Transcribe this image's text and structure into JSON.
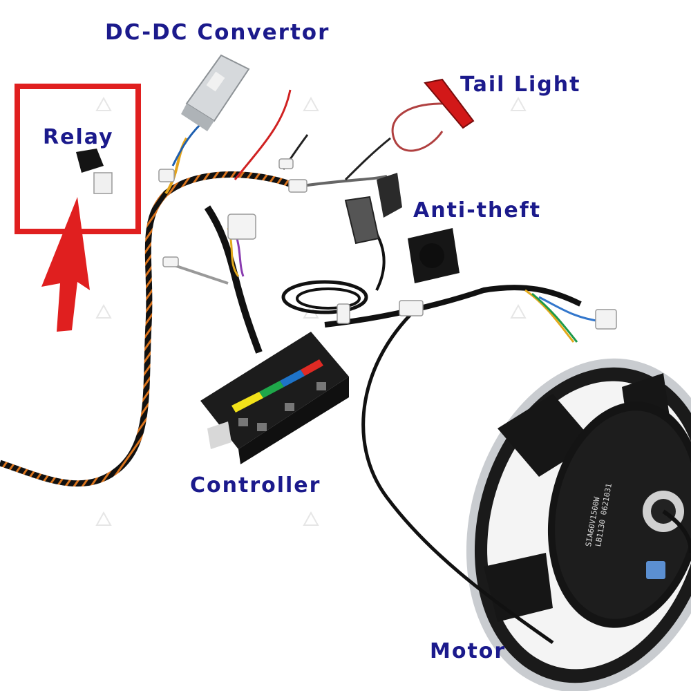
{
  "labels": {
    "dcdc": "DC-DC Convertor",
    "relay": "Relay",
    "tail_light": "Tail Light",
    "anti_theft": "Anti-theft",
    "controller": "Controller",
    "motor": "Motor"
  },
  "motor_print": {
    "line1": "SIA60V1500W",
    "line2": "LB1130 0621031"
  },
  "colors": {
    "label_text": "#1b1a8c",
    "highlight_red": "#e01f1f",
    "cable_black": "#111111",
    "cable_orange": "#d9731c",
    "controller_body": "#1c1c1c",
    "controller_stripes": [
      "#f2e21a",
      "#1fa74a",
      "#1e73c8",
      "#e02a24"
    ],
    "converter_silver": "#d6d9dc",
    "rim_silver": "#c9ccd0",
    "motor_black": "#141414",
    "tail_light_red": "#d21818"
  }
}
